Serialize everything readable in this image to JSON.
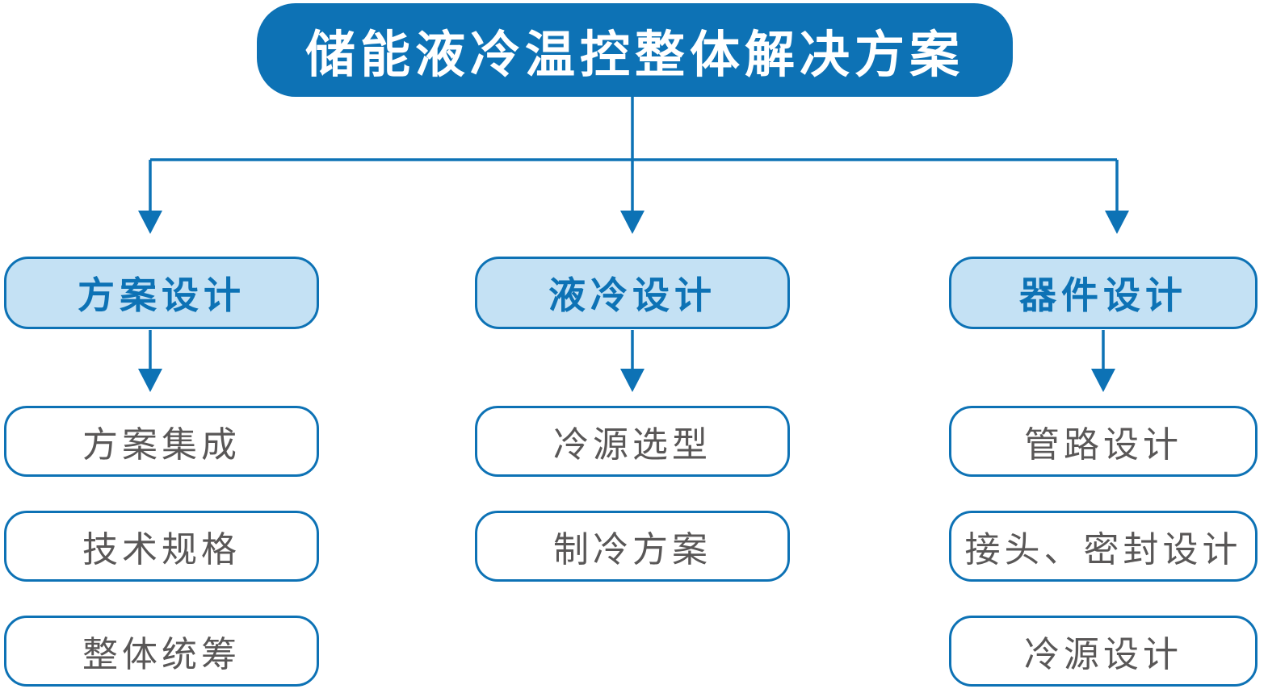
{
  "title": "储能液冷温控整体解决方案",
  "columns": [
    {
      "header": "方案设计",
      "children": [
        "方案集成",
        "技术规格",
        "整体统筹"
      ]
    },
    {
      "header": "液冷设计",
      "children": [
        "冷源选型",
        "制冷方案"
      ]
    },
    {
      "header": "器件设计",
      "children": [
        "管路设计",
        "接头、密封设计",
        "冷源设计"
      ]
    }
  ],
  "colors": {
    "primary_blue": "#0d72b5",
    "header_fill_light_blue": "#c4e1f4",
    "leaf_fill": "#ffffff",
    "leaf_text_gray": "#595757",
    "title_text": "#ffffff"
  }
}
